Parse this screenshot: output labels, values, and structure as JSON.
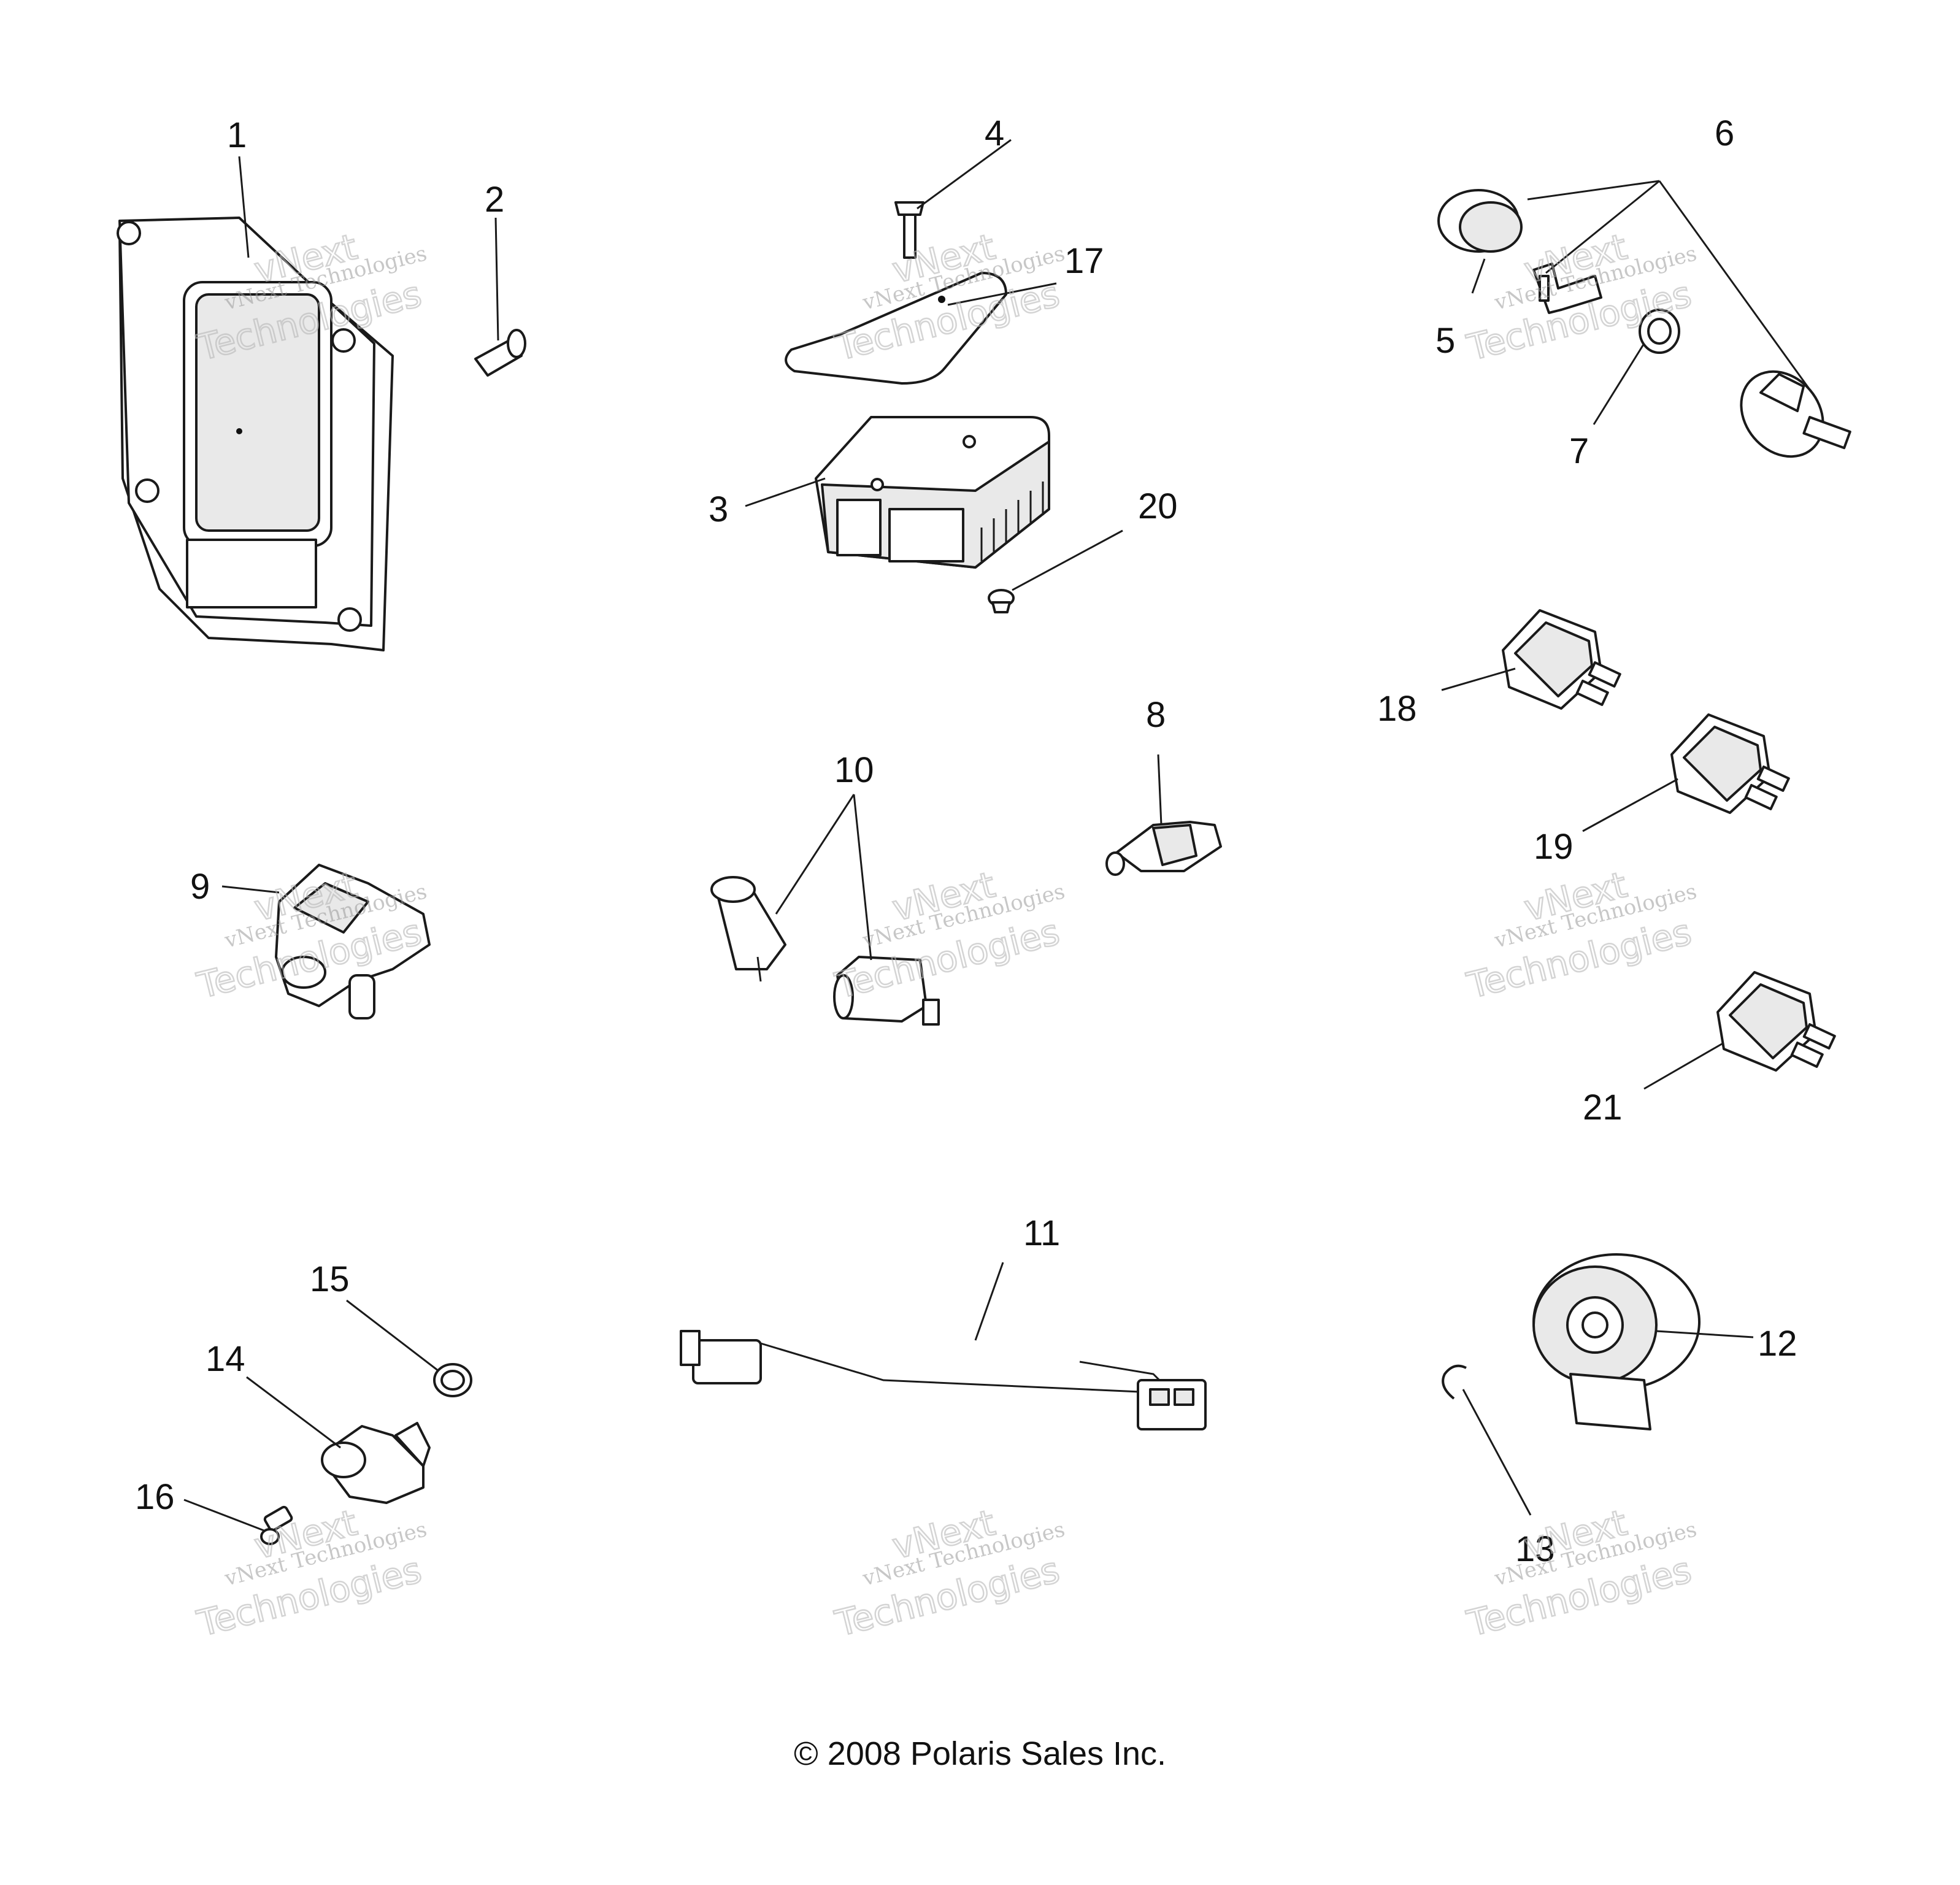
{
  "callouts": [
    "1",
    "2",
    "3",
    "4",
    "5",
    "6",
    "7",
    "8",
    "9",
    "10",
    "11",
    "12",
    "13",
    "14",
    "15",
    "16",
    "17",
    "18",
    "19",
    "20",
    "21"
  ],
  "watermark": {
    "company": "vNext Technologies",
    "word1": "vNext",
    "word2": "Technologies"
  },
  "copyright": "© 2008 Polaris Sales Inc."
}
